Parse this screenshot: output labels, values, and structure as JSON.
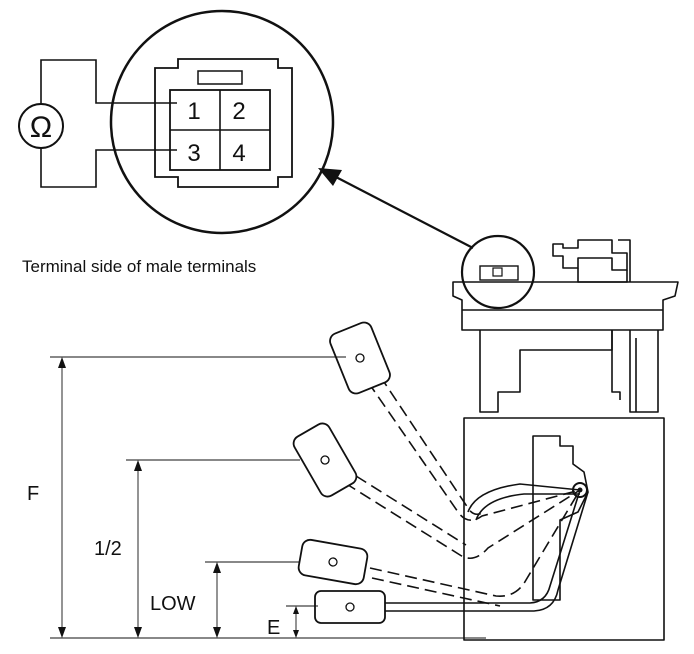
{
  "connector": {
    "caption": "Terminal side of male terminals",
    "ohm_symbol": "Ω",
    "pins": [
      "1",
      "2",
      "3",
      "4"
    ]
  },
  "levels": {
    "full": "F",
    "half": "1/2",
    "low": "LOW",
    "empty": "E"
  },
  "colors": {
    "line": "#111111",
    "background": "#ffffff"
  }
}
